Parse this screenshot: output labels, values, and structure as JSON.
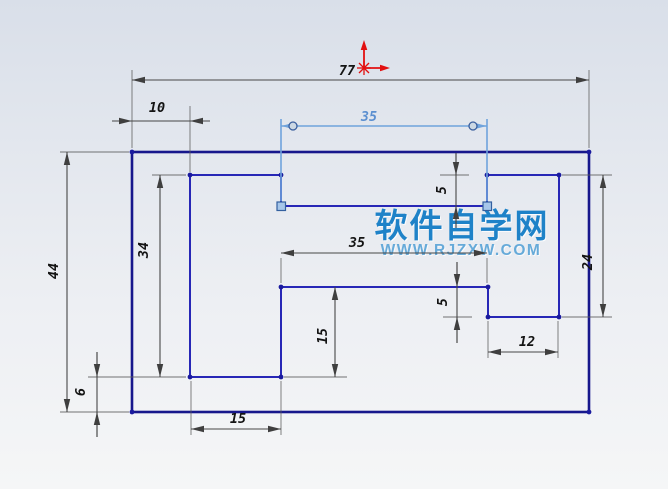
{
  "sketch": {
    "dimensions": {
      "total_width": "77",
      "left_offset": "10",
      "slot_width": "35",
      "total_height": "44",
      "left_inner_height": "34",
      "mid_width": "35",
      "slot_depth": "5",
      "mid_gap": "5",
      "step_height": "15",
      "bottom_tab_width": "15",
      "notch_width": "12",
      "right_inner_height": "24",
      "bottom_margin": "6"
    },
    "watermark": {
      "title": "软件自学网",
      "url": "WWW.RJZXW.COM"
    },
    "colors": {
      "outer_line": "#17178c",
      "inner_line": "#2727b6",
      "selected_dimension": "#6fa3dc",
      "dimension_line": "#474747",
      "dimension_text": "#141414",
      "origin": "#e21010",
      "watermark_title": "#1e82c8",
      "watermark_url": "#66aad9",
      "background_top": "#d9dfe9",
      "background_bottom": "#f5f6f7"
    }
  }
}
